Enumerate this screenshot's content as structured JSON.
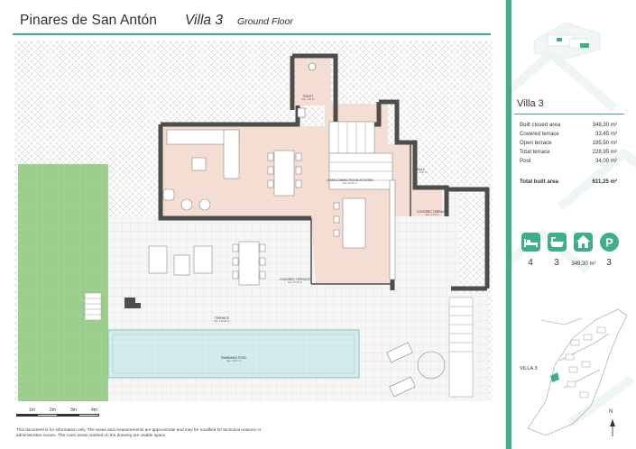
{
  "header": {
    "project": "Pinares de San Antón",
    "villa": "Villa 3",
    "floor": "Ground Floor"
  },
  "rooms": {
    "toilet": {
      "name": "TOILET",
      "area": "Sup. 2,30 m²"
    },
    "living": {
      "name": "LIVING-DINING ROOM-KITCHEN",
      "area": "Sup. 84,80 m²"
    },
    "hall": {
      "name": "HALL",
      "area": "Sup. 4,80 m²"
    },
    "covered_terrace_right": {
      "name": "COVERED TERRACE",
      "area": "Sup. 6,70 m²"
    },
    "covered_terrace": {
      "name": "COVERED TERRACE",
      "area": "Sup. 15,40 m²"
    },
    "terrace": {
      "name": "TERRACE",
      "area": "Sup. 136,30 m²"
    },
    "pool": {
      "name": "SWIMMING POOL",
      "area": "Sup. 34,00 m²"
    }
  },
  "scale": {
    "labels": [
      "1m",
      "2m",
      "3m",
      "4m"
    ]
  },
  "disclaimer": "This document is for information only. The areas and measurements are approximate and may be modified for technical reasons or administrative issues. The room areas marked on the drawing are usable space.",
  "panel": {
    "title": "Villa 3",
    "specs": [
      {
        "label": "Built closed area",
        "value": "348,30 m²"
      },
      {
        "label": "Covered terrace",
        "value": "33,45 m²"
      },
      {
        "label": "Open terrace",
        "value": "195,50 m²"
      },
      {
        "label": "Total terrace",
        "value": "228,95 m²"
      },
      {
        "label": "Pool",
        "value": "34,00 m²"
      }
    ],
    "total": {
      "label": "Total built area",
      "value": "611,25 m²"
    },
    "features": [
      {
        "icon": "bedroom-icon",
        "value": "4"
      },
      {
        "icon": "bathroom-icon",
        "value": "3"
      },
      {
        "icon": "house-icon",
        "value": "349,30 m²"
      },
      {
        "icon": "parking-icon",
        "value": "3"
      }
    ],
    "site_label": "VILLA 3",
    "compass_label": "N"
  },
  "colors": {
    "accent": "#3fae8c",
    "wall": "#4d4d4d",
    "interior": "#f4ddd2",
    "pool": "#d5ecec",
    "garden": "#9ccf8e"
  }
}
